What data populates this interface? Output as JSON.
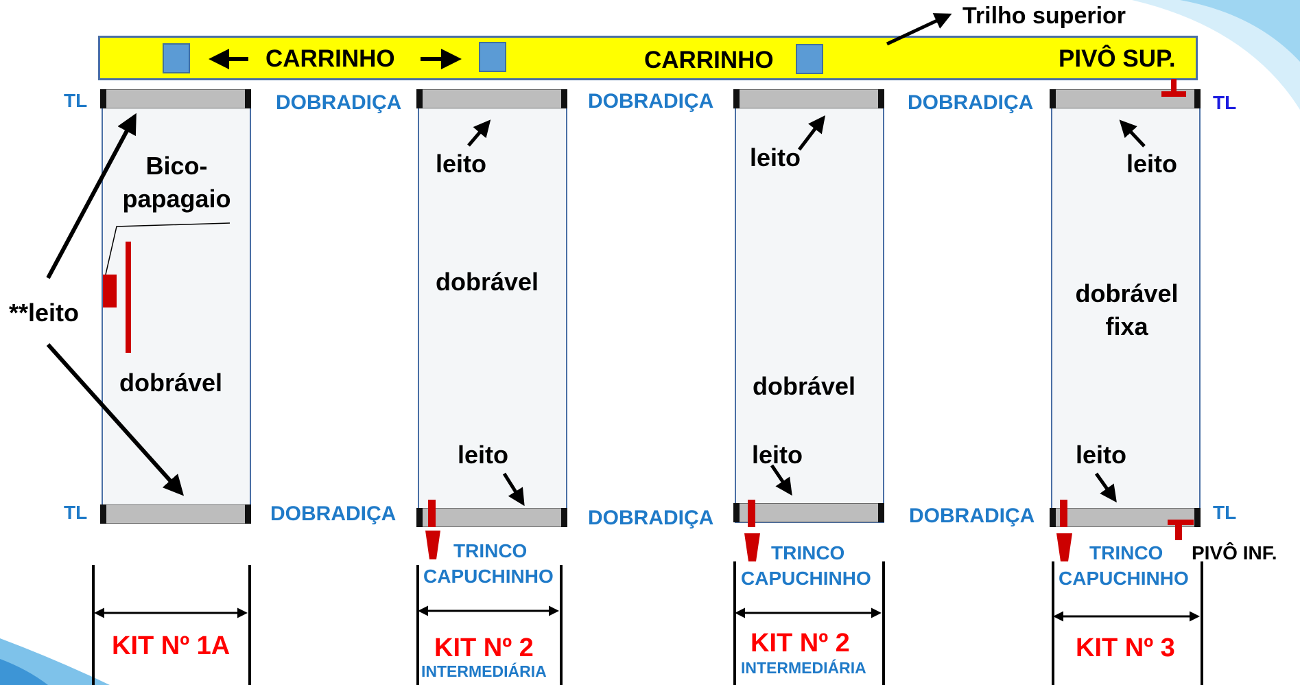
{
  "colors": {
    "rail": "#ffff00",
    "carriage": "#5b9bd5",
    "panel": "#f4f6f8",
    "bar": "#bdbdbd",
    "blue_text": "#1f7ac8",
    "red_text": "#ff0000",
    "red_part": "#cc0000"
  },
  "rail": {
    "label": "Trilho superior",
    "carrinho_left": "CARRINHO",
    "carrinho_right": "CARRINHO",
    "pivo_sup": "PIVÔ SUP."
  },
  "side_labels": {
    "tl": "TL",
    "dobradica": "DOBRADIÇA",
    "leito_side": "**leito"
  },
  "panels": [
    {
      "top_text": "Bico-papagaio",
      "mid_text": "dobrável",
      "kit": "KIT Nº 1A",
      "kit_sub": ""
    },
    {
      "top_text": "leito",
      "mid_text": "dobrável",
      "bottom_text": "leito",
      "trinco": "TRINCO",
      "capuchinho": "CAPUCHINHO",
      "kit": "KIT Nº 2",
      "kit_sub": "INTERMEDIÁRIA"
    },
    {
      "top_text": "leito",
      "mid_text": "dobrável",
      "bottom_text": "leito",
      "trinco": "TRINCO",
      "capuchinho": "CAPUCHINHO",
      "kit": "KIT Nº 2",
      "kit_sub": "INTERMEDIÁRIA"
    },
    {
      "top_text": "leito",
      "mid_text": "dobrável fixa",
      "bottom_text": "leito",
      "trinco": "TRINCO",
      "capuchinho": "CAPUCHINHO",
      "kit": "KIT Nº 3",
      "kit_sub": "",
      "pivo_inf": "PIVÔ INF."
    }
  ]
}
